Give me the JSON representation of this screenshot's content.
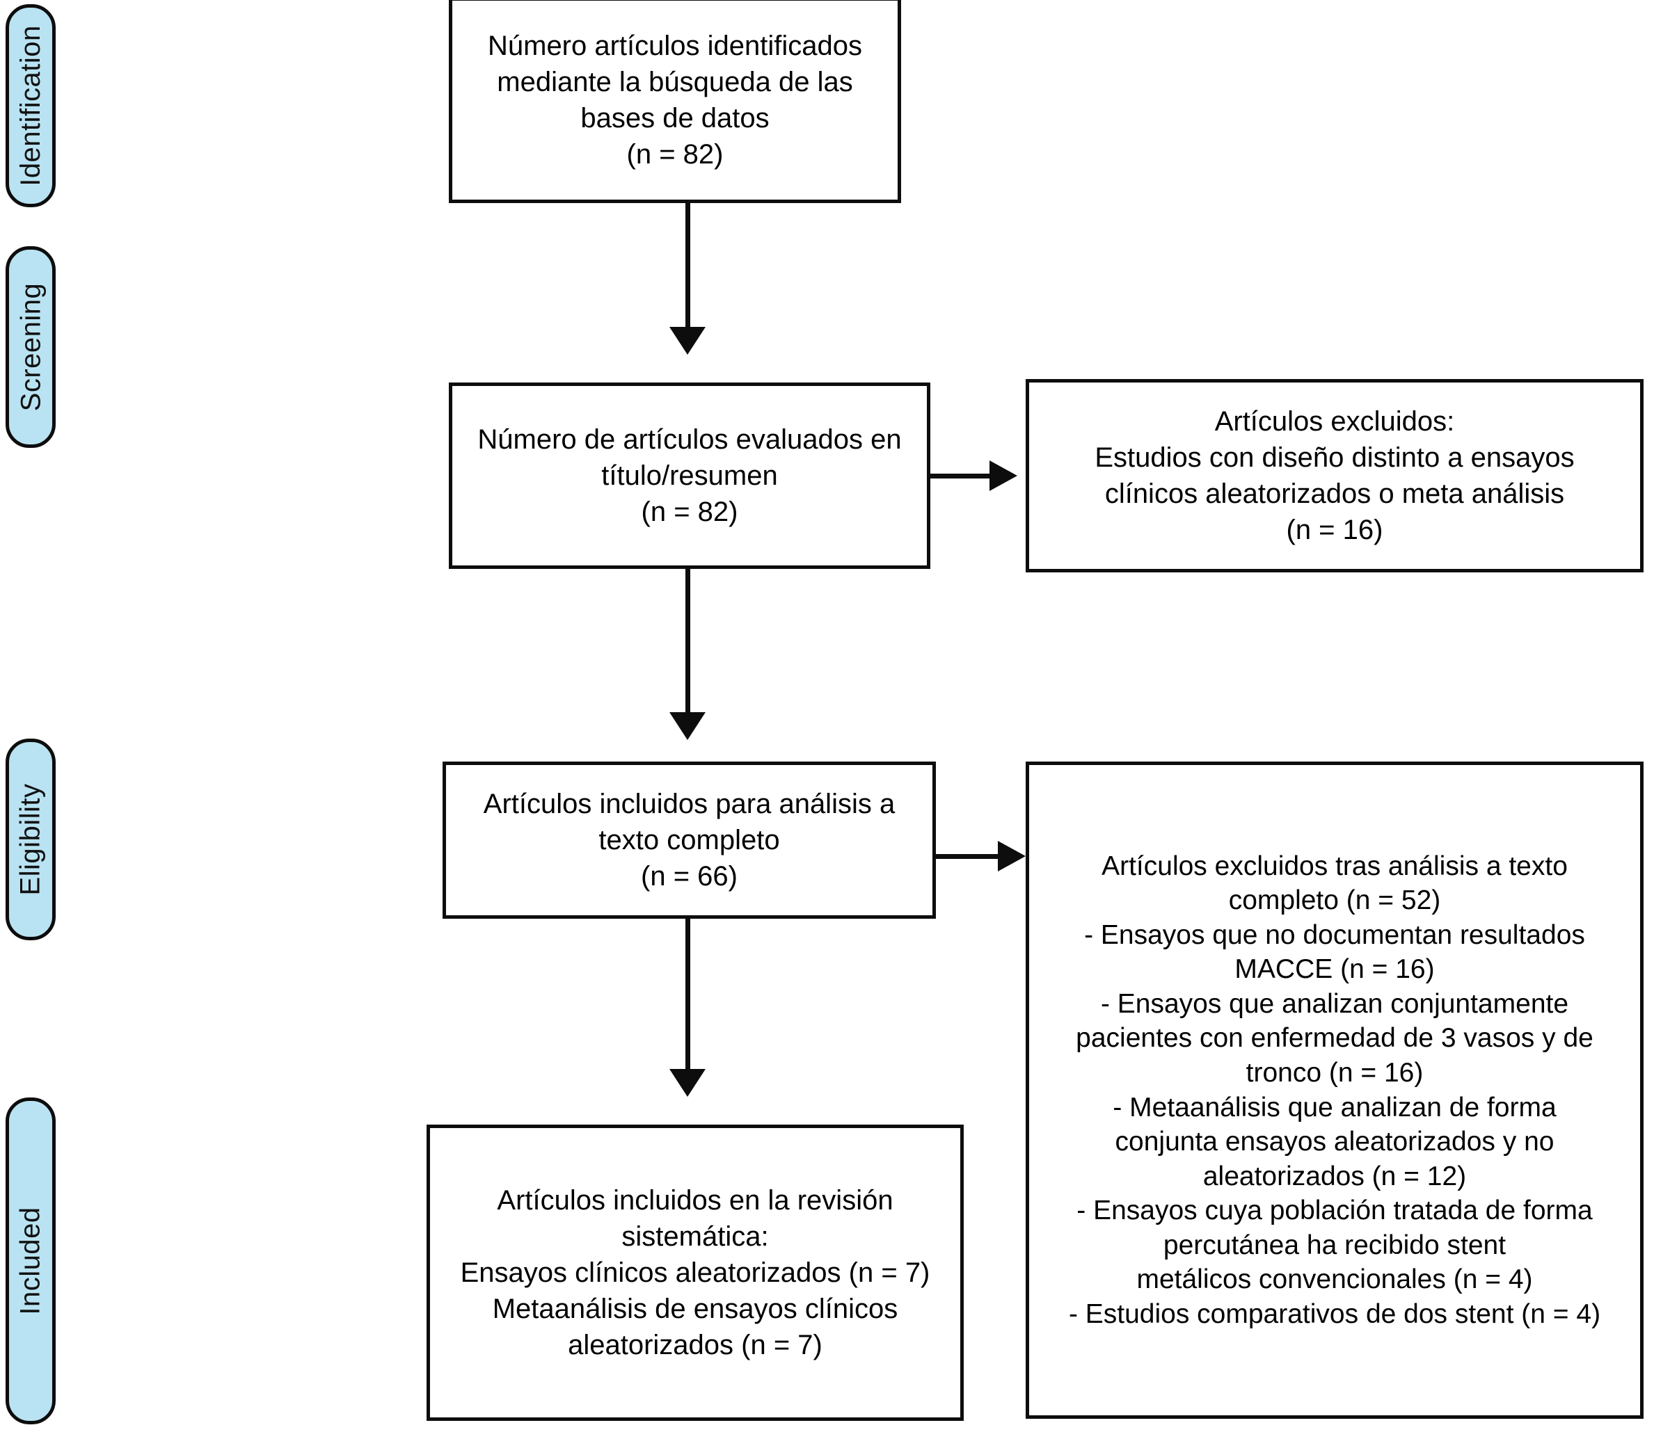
{
  "diagram": {
    "type": "prisma-flow-diagram",
    "language": "es",
    "accent_color": "#b9e3f2",
    "line_color": "#0d0d0d",
    "background_color": "#ffffff"
  },
  "stages": [
    {
      "id": "identification",
      "label": "Identification"
    },
    {
      "id": "screening",
      "label": "Screening"
    },
    {
      "id": "eligibility",
      "label": "Eligibility"
    },
    {
      "id": "included",
      "label": "Included"
    }
  ],
  "boxes": {
    "identified": {
      "id": "records-identified",
      "text": "Número artículos identificados\nmediante la búsqueda de las\nbases de datos\n(n = 82)",
      "n": 82
    },
    "screened": {
      "id": "records-screened",
      "text": "Número de artículos evaluados en\ntítulo/resumen\n(n = 82)",
      "n": 82
    },
    "screening_excluded": {
      "id": "records-excluded-screening",
      "text": "Artículos excluidos:\nEstudios con diseño distinto a ensayos\nclínicos aleatorizados o meta análisis\n(n = 16)",
      "n": 16
    },
    "fulltext_assessed": {
      "id": "fulltext-assessed",
      "text": "Artículos incluidos para análisis a\ntexto completo\n(n = 66)",
      "n": 66
    },
    "fulltext_excluded": {
      "id": "fulltext-excluded",
      "text": "Artículos excluidos tras análisis a texto\ncompleto (n = 52)\n- Ensayos que  no documentan  resultados\nMACCE (n = 16)\n- Ensayos que analizan conjuntamente\npacientes con enfermedad de 3 vasos y de\ntronco (n = 16)\n- Metaanálisis que analizan de forma\nconjunta   ensayos aleatorizados y no\naleatorizados (n = 12)\n- Ensayos cuya población tratada de forma\npercutánea ha recibido stent\nmetálicos convencionales (n = 4)\n- Estudios comparativos de dos stent (n = 4)",
      "n": 52,
      "reasons": [
        {
          "label": "Ensayos que  no documentan  resultados MACCE",
          "n": 16
        },
        {
          "label": "Ensayos que analizan conjuntamente pacientes con enfermedad de 3 vasos y de tronco",
          "n": 16
        },
        {
          "label": "Metaanálisis que analizan de forma conjunta   ensayos aleatorizados y no aleatorizados",
          "n": 12
        },
        {
          "label": "Ensayos cuya población tratada de forma percutánea ha recibido stent metálicos convencionales",
          "n": 4
        },
        {
          "label": "Estudios comparativos de dos stent",
          "n": 4
        }
      ]
    },
    "included": {
      "id": "studies-included",
      "text": "Artículos incluidos en la revisión\nsistemática:\nEnsayos clínicos aleatorizados (n = 7)\nMetaanálisis de ensayos clínicos\naleatorizados (n = 7)",
      "randomized_trials_n": 7,
      "meta_analyses_n": 7
    }
  },
  "connectors": [
    {
      "id": "identified-to-screened",
      "direction": "down"
    },
    {
      "id": "screened-to-excluded",
      "direction": "right"
    },
    {
      "id": "screened-to-fulltext",
      "direction": "down"
    },
    {
      "id": "fulltext-to-fulltext-excluded",
      "direction": "right"
    },
    {
      "id": "fulltext-to-included",
      "direction": "down"
    }
  ]
}
